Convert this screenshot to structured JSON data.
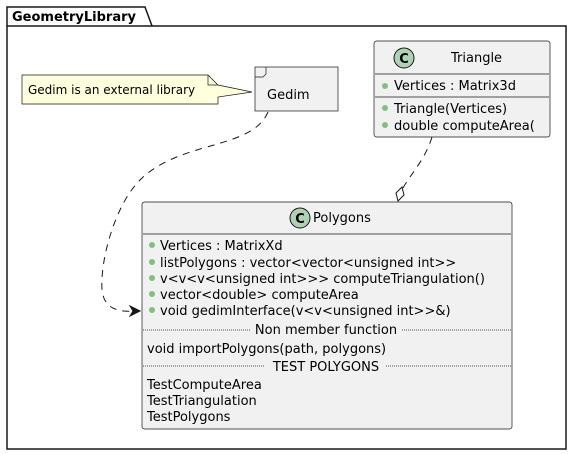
{
  "package": {
    "name": "GeometryLibrary"
  },
  "note": {
    "text": "Gedim is an external library"
  },
  "gedim": {
    "label": "Gedim"
  },
  "triangle": {
    "stereotype": "C",
    "name": "Triangle",
    "attributes": [
      "Vertices : Matrix3d"
    ],
    "methods": [
      "Triangle(Vertices)",
      "double computeArea("
    ]
  },
  "polygons": {
    "stereotype": "C",
    "name": "Polygons",
    "attributes": [
      "Vertices : MatrixXd",
      "listPolygons : vector<vector<unsigned int>>"
    ],
    "methods": [
      "v<v<v<unsigned int>>> computeTriangulation()",
      "vector<double> computeArea",
      "void gedimInterface(v<v<unsigned int>>&)"
    ],
    "section_non_member": "Non member function",
    "non_member_items": [
      "void importPolygons(path, polygons)"
    ],
    "section_tests": "TEST POLYGONS",
    "test_items": [
      "TestComputeArea",
      "TestTriangulation",
      "TestPolygons"
    ]
  },
  "colors": {
    "class_fill": "#F1F1F1",
    "border": "#181818",
    "note_fill": "#FEFFDD",
    "circle_fill": "#ADD1B2",
    "visibility_public": "#84BE84"
  }
}
